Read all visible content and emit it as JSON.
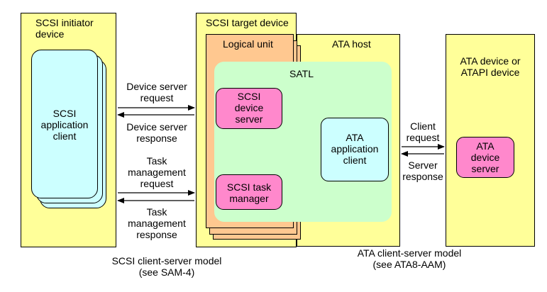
{
  "initiator": {
    "title": "SCSI initiator\ndevice",
    "client": "SCSI\napplication\nclient"
  },
  "target": {
    "title": "SCSI target device",
    "logical_unit": "Logical unit",
    "satl": "SATL",
    "device_server": "SCSI\ndevice\nserver",
    "task_manager": "SCSI task\nmanager",
    "ata_client": "ATA\napplication\nclient"
  },
  "ata_host": {
    "title": "ATA host"
  },
  "ata_device": {
    "title": "ATA device or\nATAPI device",
    "server": "ATA\ndevice\nserver"
  },
  "arrows": {
    "ds_request": "Device server\nrequest",
    "ds_response": "Device server\nresponse",
    "tm_request": "Task\nmanagement\nrequest",
    "tm_response": "Task\nmanagement\nresponse",
    "client_request": "Client\nrequest",
    "server_response": "Server\nresponse"
  },
  "captions": {
    "scsi_model": "SCSI client-server model\n(see SAM-4)",
    "ata_model": "ATA client-server model\n(see ATA8-AAM)"
  }
}
